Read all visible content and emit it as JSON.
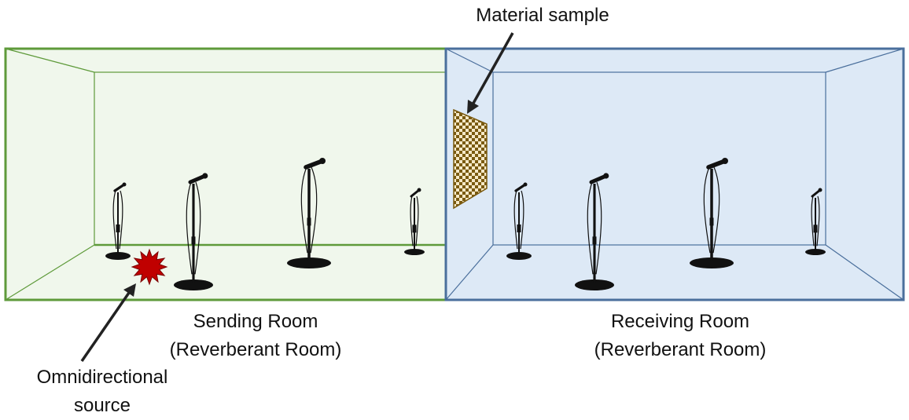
{
  "labels": {
    "material_sample": "Material sample",
    "sending_room": [
      "Sending Room",
      "(Reverberant Room)"
    ],
    "receiving_room": [
      "Receiving Room",
      "(Reverberant Room)"
    ],
    "source": [
      "Omnidirectional",
      "source"
    ]
  },
  "colors": {
    "sending_fill": "#f0f7ec",
    "sending_stroke": "#5e9a3a",
    "receiving_fill": "#dde9f6",
    "receiving_stroke": "#4a6f9c",
    "source": "#c00000",
    "source_stroke": "#7a0000",
    "sample_light": "#f5e9c8",
    "sample_dark": "#7a5a10",
    "arrow": "#222222",
    "microphone": "#111111"
  },
  "icons": {
    "microphone": "microphone-stand-icon",
    "source": "starburst-icon"
  }
}
